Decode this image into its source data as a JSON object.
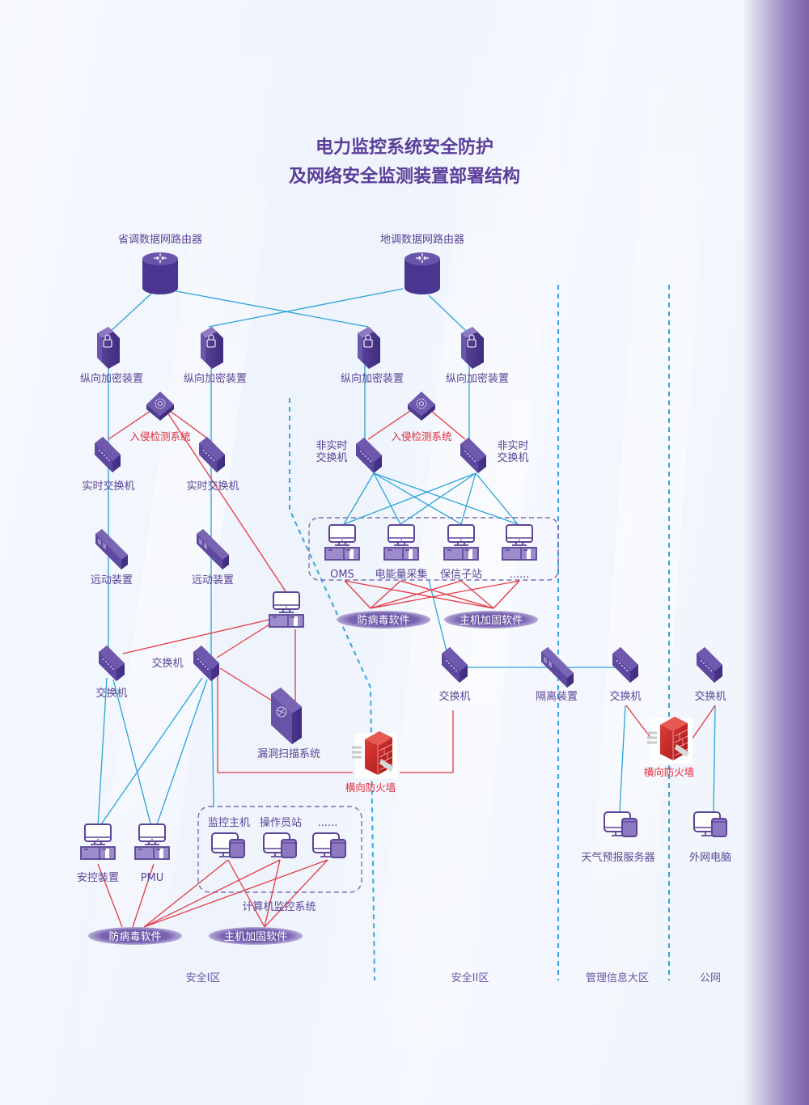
{
  "title": {
    "line1": "电力监控系统安全防护",
    "line2": "及网络安全监测装置部署结构"
  },
  "colors": {
    "device_purple": "#4f3a91",
    "link_blue": "#2ba3d8",
    "link_red": "#e33a44",
    "label_purple": "#5b4596",
    "alert_red": "#e02d3a",
    "side_gradient_end": "#7d62ab"
  },
  "routers": [
    {
      "id": "prov",
      "label": "省调数据网路由器",
      "icon": "router-icon"
    },
    {
      "id": "local",
      "label": "地调数据网路由器",
      "icon": "router-icon"
    }
  ],
  "encryptors": [
    {
      "label": "纵向加密装置",
      "icon": "encryption-lock-icon"
    },
    {
      "label": "纵向加密装置",
      "icon": "encryption-lock-icon"
    },
    {
      "label": "纵向加密装置",
      "icon": "encryption-lock-icon"
    },
    {
      "label": "纵向加密装置",
      "icon": "encryption-lock-icon"
    }
  ],
  "ids": [
    {
      "label": "入侵检测系统",
      "icon": "ids-sensor-icon"
    },
    {
      "label": "入侵检测系统",
      "icon": "ids-sensor-icon"
    }
  ],
  "zone1": {
    "realtime_switches": [
      {
        "label": "实时交换机",
        "icon": "switch-icon"
      },
      {
        "label": "实时交换机",
        "icon": "switch-icon"
      }
    ],
    "rtus": [
      {
        "label": "远动装置",
        "icon": "rtu-icon"
      },
      {
        "label": "远动装置",
        "icon": "rtu-icon"
      }
    ],
    "switches": [
      {
        "label": "交换机",
        "icon": "switch-icon"
      },
      {
        "label": "交换机",
        "icon": "switch-icon"
      }
    ],
    "monitor_pc": {
      "icon": "workstation-icon"
    },
    "vuln_scanner": {
      "label": "漏洞扫描系统",
      "icon": "scanner-server-icon"
    },
    "endpoints": [
      {
        "label": "安控装置",
        "icon": "workstation-icon"
      },
      {
        "label": "PMU",
        "icon": "workstation-icon"
      }
    ],
    "scada_group": {
      "label": "计算机监控系统",
      "items": [
        {
          "label": "监控主机",
          "icon": "desktop-tablet-icon"
        },
        {
          "label": "操作员站",
          "icon": "desktop-tablet-icon"
        },
        {
          "label": "......",
          "icon": "desktop-tablet-icon"
        }
      ]
    },
    "software": [
      "防病毒软件",
      "主机加固软件"
    ]
  },
  "zone2": {
    "nonrealtime_switches": [
      {
        "label_line1": "非实时",
        "label_line2": "交换机",
        "icon": "switch-icon"
      },
      {
        "label_line1": "非实时",
        "label_line2": "交换机",
        "icon": "switch-icon"
      }
    ],
    "servers": [
      {
        "label": "OMS",
        "icon": "workstation-icon"
      },
      {
        "label": "电能量采集",
        "icon": "workstation-icon"
      },
      {
        "label": "保信子站",
        "icon": "workstation-icon"
      },
      {
        "label": "......",
        "icon": "workstation-icon"
      }
    ],
    "software": [
      "防病毒软件",
      "主机加固软件"
    ],
    "switch": {
      "label": "交换机",
      "icon": "switch-icon"
    }
  },
  "firewalls": [
    {
      "label": "横向防火墙",
      "icon": "firewall-icon"
    },
    {
      "label": "横向防火墙",
      "icon": "firewall-icon"
    }
  ],
  "isolation": {
    "label": "隔离装置",
    "icon": "isolation-device-icon"
  },
  "zone3": {
    "switch": {
      "label": "交换机",
      "icon": "switch-icon"
    },
    "server": {
      "label": "天气预报服务器",
      "icon": "desktop-tablet-icon"
    }
  },
  "zone4": {
    "switch": {
      "label": "交换机",
      "icon": "switch-icon"
    },
    "pc": {
      "label": "外网电脑",
      "icon": "desktop-tablet-icon"
    }
  },
  "zones": [
    "安全I区",
    "安全II区",
    "管理信息大区",
    "公网"
  ]
}
